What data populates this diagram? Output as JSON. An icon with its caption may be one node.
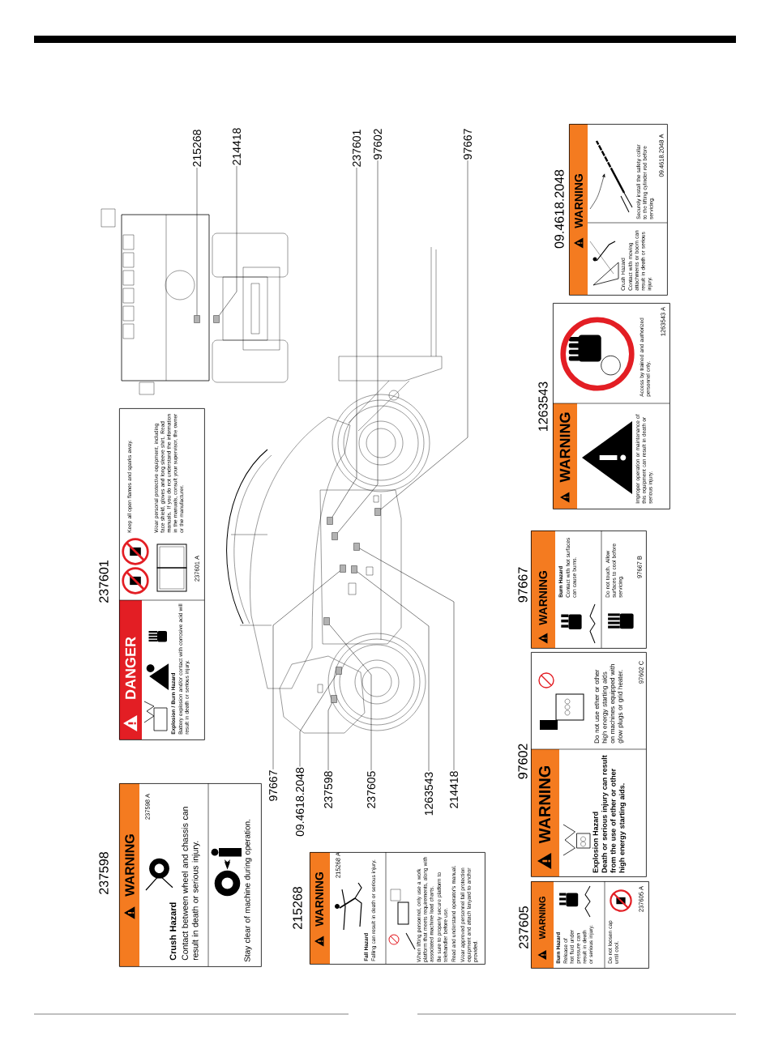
{
  "diagram": {
    "nodes": [
      {
        "text": [
          "237598",
          "WARNING",
          "237598 A",
          "Crush Hazard",
          "Contact between wheel and chassis can result in death or serious injury.",
          "Stay clear of machine during operation."
        ]
      },
      {
        "text": [
          "237601",
          "DANGER",
          "Explosion / Burn Hazard",
          "Battery explosion and/or contact with corrosive acid will result in death or serious injury.",
          "Keep all open flames and sparks away.",
          "Wear personal protective equipment, including face shield, gloves and long sleeve shirt. Read manuals. If you do not understand the information in the manuals, consult your supervisor, the owner or the manufacturer.",
          "237601 A"
        ]
      },
      {
        "text": [
          "215268",
          "WARNING",
          "215268 A",
          "Fall Hazard",
          "Falling can result in death or serious injury.",
          "When lifting personnel, only use a work platform that meets requirements, along with associated machine load charts.",
          "Be sure to properly secure platform to telehandler before use.",
          "Read and understand operator's manual.",
          "Wear approved personnel fall protection equipment and attach lanyard to anchor provided."
        ]
      },
      {
        "text": [
          "237605",
          "WARNING",
          "Burn Hazard",
          "Release of hot fluid under pressure can result in death or serious injury.",
          "Do not loosen cap until cool.",
          "237605 A"
        ]
      },
      {
        "text": [
          "97602",
          "WARNING",
          "Explosion Hazard",
          "Death or serious injury can result from the use of ether or other high energy starting aids.",
          "Do not use ether or other high energy starting aids on machines equipped with glow plugs or grid heater.",
          "97602 C"
        ]
      },
      {
        "text": [
          "97667",
          "WARNING",
          "Burn Hazard",
          "Contact with hot surfaces can cause burns.",
          "Do not touch. Allow surfaces to cool before servicing.",
          "97667 B"
        ]
      },
      {
        "text": [
          "1263543",
          "WARNING",
          "Improper operation or maintenance of this equipment can result in death or serious injury.",
          "Access by trained and authorized personnel only.",
          "1263543 A"
        ]
      },
      {
        "text": [
          "09.4618.2048",
          "WARNING",
          "Crush Hazard",
          "Contact with moving attachments or boom can result in death or serious injury.",
          "Securely install the safety collar to the lifting cylinder rod before servicing.",
          "09.4618.2048 A"
        ]
      },
      {
        "text": [
          "97667"
        ]
      },
      {
        "text": [
          "09.4618.2048"
        ]
      },
      {
        "text": [
          "237598"
        ]
      },
      {
        "text": [
          "237605"
        ]
      },
      {
        "text": [
          "1263543"
        ]
      },
      {
        "text": [
          "214418"
        ]
      },
      {
        "text": [
          "215268"
        ]
      },
      {
        "text": [
          "214418"
        ]
      },
      {
        "text": [
          "237601"
        ]
      },
      {
        "text": [
          "97602"
        ]
      },
      {
        "text": [
          "97667"
        ]
      },
      {
        "text": [],
        "shape": "box"
      },
      {
        "text": [],
        "shape": "box"
      },
      {
        "text": [],
        "shape": "box"
      },
      {
        "text": [],
        "shape": "box"
      },
      {
        "text": [],
        "shape": "box"
      },
      {
        "text": [],
        "shape": "box"
      },
      {
        "text": [],
        "shape": "box"
      },
      {
        "text": [],
        "shape": "box"
      },
      {
        "text": [],
        "shape": "box"
      },
      {
        "text": [],
        "shape": "box"
      },
      {
        "text": [],
        "shape": "box"
      }
    ],
    "edges": [
      {
        "from": 8,
        "to": 19,
        "arrow": "none"
      },
      {
        "from": 9,
        "to": 20,
        "arrow": "none"
      },
      {
        "from": 10,
        "to": 21,
        "arrow": "none"
      },
      {
        "from": 11,
        "to": 22,
        "arrow": "none"
      },
      {
        "from": 12,
        "to": 23,
        "arrow": "none"
      },
      {
        "from": 13,
        "to": 24,
        "arrow": "none"
      },
      {
        "from": 14,
        "to": 25,
        "arrow": "none"
      },
      {
        "from": 15,
        "to": 26,
        "arrow": "none"
      },
      {
        "from": 16,
        "to": 27,
        "arrow": "none"
      },
      {
        "from": 17,
        "to": 28,
        "arrow": "none"
      },
      {
        "from": 18,
        "to": 29,
        "arrow": "none"
      }
    ]
  }
}
